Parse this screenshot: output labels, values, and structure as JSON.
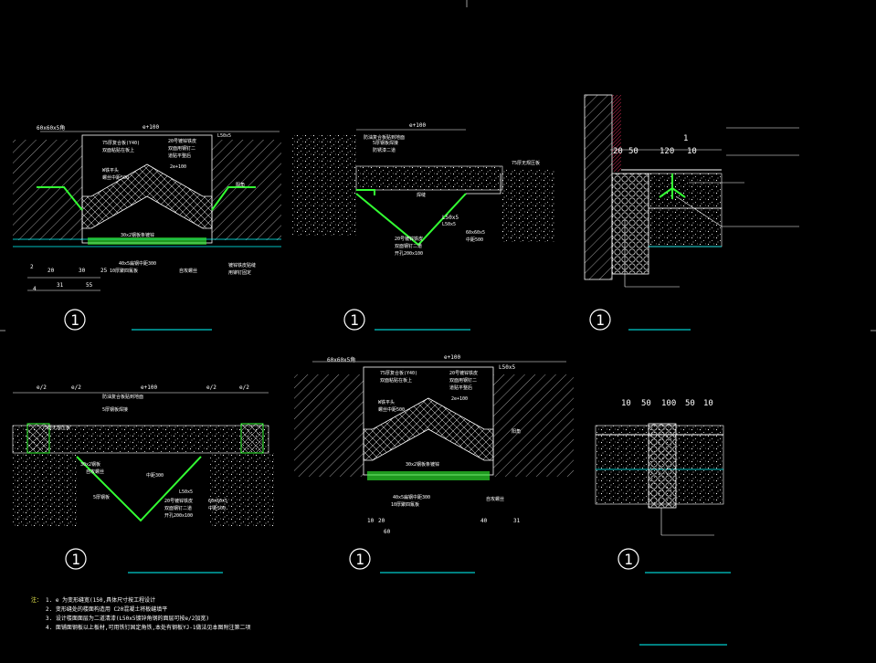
{
  "colors": {
    "background": "#000000",
    "structure": "#ffffff",
    "dimension": "#00ff66",
    "steel": "#33ff33",
    "leader": "#00ffff",
    "text": "#ffffff",
    "bolt": "#33ff33"
  },
  "detail_marker": "1",
  "panels": {
    "p1": {
      "dims": [
        "e+100",
        "60x60x5角",
        "20",
        "30",
        "25",
        "31",
        "55",
        "2",
        "4"
      ],
      "labels": [
        "75厚复合板(Y40)",
        "双面粘贴在板上",
        "20号镀锌铁皮",
        "双面用钢钉二",
        "道贴平整后",
        "2e+100",
        "L50x5",
        "W铁平头",
        "螺丝中距500",
        "阳角",
        "30x2钢板条镀锌",
        "40x5扁钢中距300",
        "10厚聚四氟板",
        "自攻螺丝",
        "镀锌铁皮贴缝",
        "用铆钉固定"
      ]
    },
    "p2": {
      "dims": [
        "e+100",
        "L50x5"
      ],
      "labels": [
        "防油复合板贴到地面",
        "5厚钢板焊接",
        "防锈漆二道",
        "75厚无规压板",
        "焊缝",
        "L50x5",
        "20号镀锌铁皮",
        "双面钢钉二道",
        "开孔200x100",
        "60x60x5",
        "中距500"
      ]
    },
    "p3": {
      "dims": [
        "20",
        "50",
        "120",
        "10",
        "1"
      ]
    },
    "p4": {
      "dims": [
        "e/2",
        "e/2",
        "e+100",
        "e/2",
        "e/2"
      ],
      "labels": [
        "防油复合板贴到地面",
        "5厚钢板焊接",
        "75厚无规压板",
        "30x2钢板",
        "自攻螺丝",
        "中距300",
        "L50x5",
        "5厚钢板",
        "20号镀锌铁皮",
        "双面钢钉二道",
        "开孔200x100",
        "60x60x5",
        "中距500"
      ]
    },
    "p5": {
      "dims": [
        "e+100",
        "60x60x5角",
        "L50x5",
        "10",
        "20",
        "40",
        "31",
        "60"
      ],
      "labels": [
        "75厚复合板(Y40)",
        "双面粘贴在板上",
        "20号镀锌铁皮",
        "双面用钢钉二",
        "道贴平整后",
        "2e+100",
        "W铁平头",
        "螺丝中距500",
        "阳角",
        "30x2钢板条镀锌",
        "40x5扁钢中距300",
        "10厚聚四氟板",
        "自攻螺丝"
      ]
    },
    "p6": {
      "dims": [
        "10",
        "50",
        "100",
        "50",
        "10"
      ]
    }
  },
  "notes": {
    "label": "注：",
    "items": [
      "1. e 为变形缝宽(150,具体尺寸按工程设计",
      "2. 变形缝处的楼面构造用 C20混凝土将板缝填平",
      "3. 设计楼面面层为二道清漆(L50x5镀锌角钢的面层可按e/2加宽)",
      "4. 面铺面钢板以上板材,可用铁钉固定角铁,本处有钢板YJ-1做法见本图附注第二项"
    ]
  }
}
